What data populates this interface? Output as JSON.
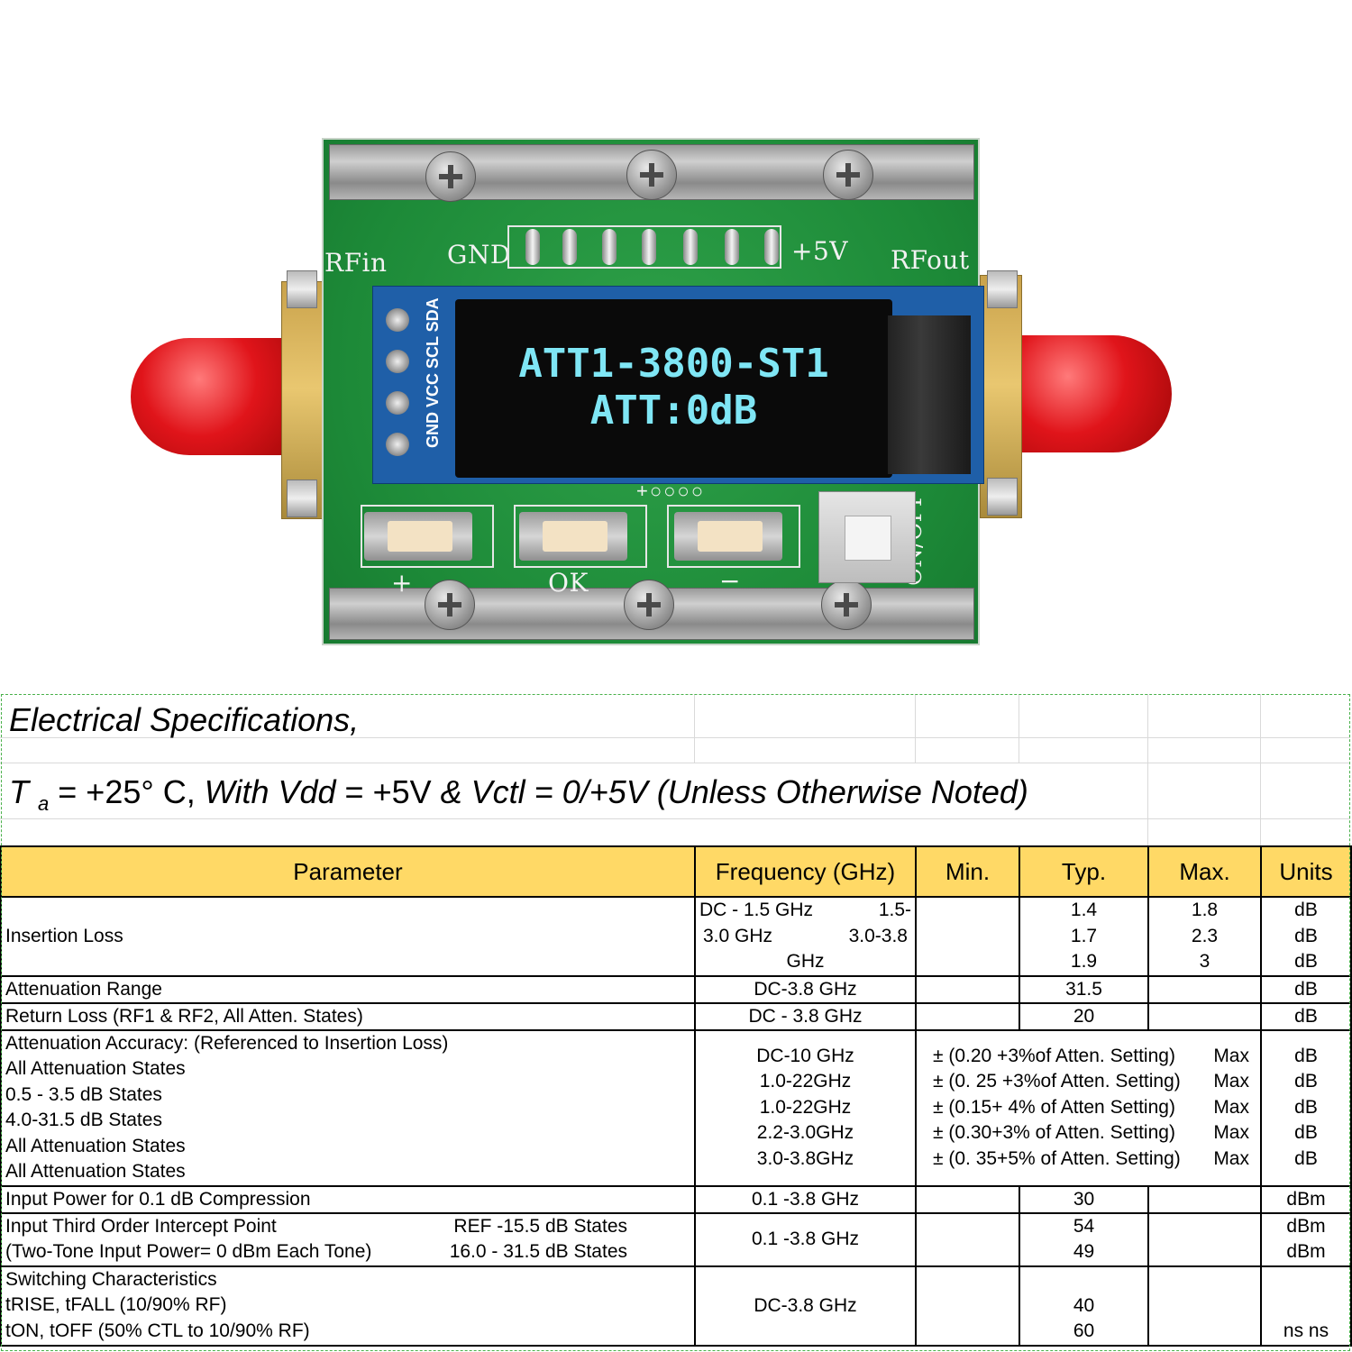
{
  "board": {
    "labels": {
      "rf_in": "RFin",
      "rf_out": "RFout",
      "gnd": "GND",
      "plus5v": "+5V",
      "btn_plus": "+",
      "btn_ok": "OK",
      "btn_minus": "−",
      "on_off": "ON/OFF",
      "led_dots": "+○○○○"
    },
    "oled": {
      "line1": "ATT1-3800-ST1",
      "line2": "ATT:0dB",
      "pin_labels": "GND VCC SCL SDA"
    }
  },
  "spec": {
    "title": "Electrical Specifications,",
    "conditions": {
      "t": "T",
      "t_sub": "a",
      "temp": " = +25° C, ",
      "vdd": "With Vdd",
      "vdd_val": " = +5V ",
      "rest": "& Vctl = 0/+5V (Unless Otherwise Noted)"
    },
    "headers": [
      "Parameter",
      "Frequency (GHz)",
      "Min.",
      "Typ.",
      "Max.",
      "Units"
    ],
    "rows": {
      "insertion_loss": {
        "param": "Insertion Loss",
        "freq": "DC - 1.5 GHz 1.5-3.0 GHz 3.0-3.8 GHz",
        "freq_lines": [
          "DC - 1.5 GHz",
          "1.5-",
          "3.0 GHz",
          "3.0-3.8",
          "GHz"
        ],
        "typ": [
          "1.4",
          "1.7",
          "1.9"
        ],
        "max": [
          "1.8",
          "2.3",
          "3"
        ],
        "units": [
          "dB",
          "dB",
          "dB"
        ]
      },
      "atten_range": {
        "param": "Attenuation Range",
        "freq": "DC-3.8 GHz",
        "typ": "31.5",
        "units": "dB"
      },
      "return_loss": {
        "param": "Return Loss (RF1 & RF2, All Atten. States)",
        "freq": "DC - 3.8 GHz",
        "typ": "20",
        "units": "dB"
      },
      "atten_accuracy": {
        "params": [
          "Attenuation Accuracy: (Referenced to Insertion Loss)",
          "All Attenuation States",
          "0.5 - 3.5 dB States",
          "4.0-31.5 dB States",
          "All Attenuation States",
          "All Attenuation States"
        ],
        "freqs": [
          "DC-10 GHz",
          "1.0-22GHz",
          "1.0-22GHz",
          "2.2-3.0GHz",
          "3.0-3.8GHz"
        ],
        "values": [
          "± (0.20 +3%of Atten. Setting)",
          "± (0. 25 +3%of Atten. Setting)",
          "± (0.15+ 4% of Atten Setting)",
          "± (0.30+3% of Atten. Setting)",
          "± (0. 35+5% of Atten. Setting)"
        ],
        "max_word": "Max",
        "units": [
          "dB",
          "dB",
          "dB",
          "dB",
          "dB"
        ]
      },
      "p1db": {
        "param": "Input Power for 0.1 dB Compression",
        "freq": "0.1 -3.8 GHz",
        "typ": "30",
        "units": "dBm"
      },
      "iip3": {
        "param1": "Input Third Order Intercept Point",
        "state1": "REF -15.5 dB States",
        "param2": "(Two-Tone Input Power= 0 dBm Each Tone)",
        "state2": "16.0 - 31.5 dB States",
        "freq": "0.1 -3.8 GHz",
        "typ": [
          "54",
          "49"
        ],
        "units": [
          "dBm",
          "dBm"
        ]
      },
      "switching": {
        "params": [
          "Switching Characteristics",
          "tRISE, tFALL (10/90% RF)",
          "tON, tOFF (50% CTL to 10/90% RF)"
        ],
        "freq": "DC-3.8 GHz",
        "typ": [
          "40",
          "60"
        ],
        "units": "ns ns"
      }
    }
  }
}
